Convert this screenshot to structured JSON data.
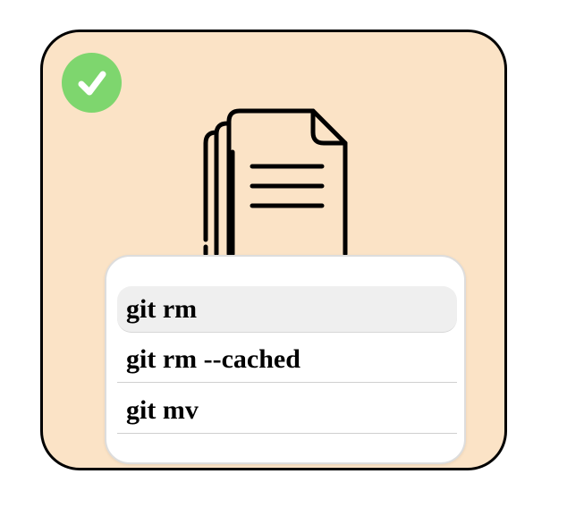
{
  "badge": {
    "icon": "checkmark-icon",
    "color": "#7ed66e"
  },
  "illustration": {
    "icon": "document-stack-icon"
  },
  "card": {
    "background": "#fbe3c6"
  },
  "dropdown": {
    "options": [
      {
        "label": "git rm",
        "highlighted": true
      },
      {
        "label": "git rm --cached",
        "highlighted": false
      },
      {
        "label": "git mv",
        "highlighted": false
      }
    ]
  }
}
